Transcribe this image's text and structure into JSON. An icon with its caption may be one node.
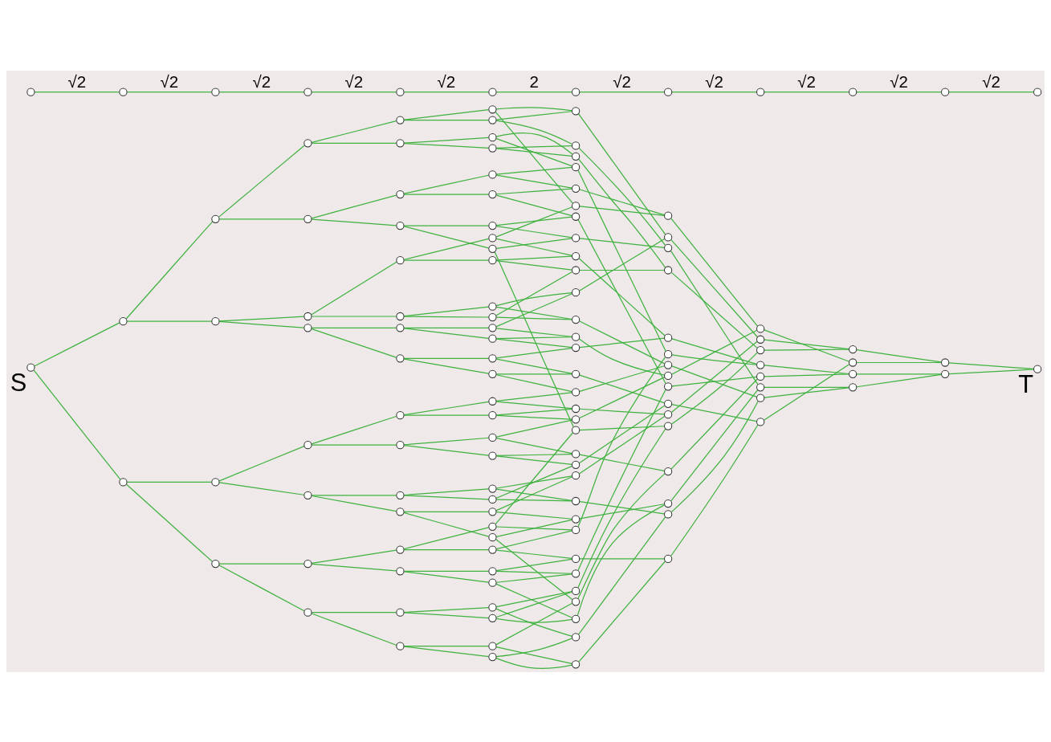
{
  "diagram": {
    "nodes": [
      {
        "text": [],
        "shape": "circle",
        "beside": [
          "S"
        ]
      },
      {
        "text": [],
        "shape": "circle"
      },
      {
        "text": [],
        "shape": "circle"
      },
      {
        "text": [],
        "shape": "circle"
      },
      {
        "text": [],
        "shape": "circle"
      },
      {
        "text": [],
        "shape": "circle"
      },
      {
        "text": [],
        "shape": "circle"
      },
      {
        "text": [],
        "shape": "circle"
      },
      {
        "text": [],
        "shape": "circle"
      },
      {
        "text": [],
        "shape": "circle"
      },
      {
        "text": [],
        "shape": "circle"
      },
      {
        "text": [],
        "shape": "circle"
      },
      {
        "text": [],
        "shape": "circle"
      },
      {
        "text": [],
        "shape": "circle"
      },
      {
        "text": [],
        "shape": "circle"
      },
      {
        "text": [],
        "shape": "circle"
      },
      {
        "text": [],
        "shape": "circle"
      },
      {
        "text": [],
        "shape": "circle"
      },
      {
        "text": [],
        "shape": "circle"
      },
      {
        "text": [],
        "shape": "circle"
      },
      {
        "text": [],
        "shape": "circle"
      },
      {
        "text": [],
        "shape": "circle"
      },
      {
        "text": [],
        "shape": "circle"
      },
      {
        "text": [],
        "shape": "circle"
      },
      {
        "text": [],
        "shape": "circle"
      },
      {
        "text": [],
        "shape": "circle"
      },
      {
        "text": [],
        "shape": "circle"
      },
      {
        "text": [],
        "shape": "circle"
      },
      {
        "text": [],
        "shape": "circle"
      },
      {
        "text": [],
        "shape": "circle"
      },
      {
        "text": [],
        "shape": "circle"
      },
      {
        "text": [],
        "shape": "circle"
      },
      {
        "text": [],
        "shape": "circle"
      },
      {
        "text": [],
        "shape": "circle"
      },
      {
        "text": [],
        "shape": "circle"
      },
      {
        "text": [],
        "shape": "circle"
      },
      {
        "text": [],
        "shape": "circle"
      },
      {
        "text": [],
        "shape": "circle"
      },
      {
        "text": [],
        "shape": "circle"
      },
      {
        "text": [],
        "shape": "circle"
      },
      {
        "text": [],
        "shape": "circle"
      },
      {
        "text": [],
        "shape": "circle"
      },
      {
        "text": [],
        "shape": "circle"
      },
      {
        "text": [],
        "shape": "circle"
      },
      {
        "text": [],
        "shape": "circle"
      },
      {
        "text": [],
        "shape": "circle"
      },
      {
        "text": [],
        "shape": "circle"
      },
      {
        "text": [],
        "shape": "circle"
      },
      {
        "text": [],
        "shape": "circle"
      },
      {
        "text": [],
        "shape": "circle"
      },
      {
        "text": [],
        "shape": "circle"
      },
      {
        "text": [],
        "shape": "circle"
      },
      {
        "text": [],
        "shape": "circle"
      },
      {
        "text": [],
        "shape": "circle"
      },
      {
        "text": [],
        "shape": "circle"
      },
      {
        "text": [],
        "shape": "circle"
      },
      {
        "text": [],
        "shape": "circle"
      },
      {
        "text": [],
        "shape": "circle"
      },
      {
        "text": [],
        "shape": "circle"
      },
      {
        "text": [],
        "shape": "circle"
      },
      {
        "text": [],
        "shape": "circle"
      },
      {
        "text": [],
        "shape": "circle"
      },
      {
        "text": [],
        "shape": "circle"
      },
      {
        "text": [],
        "shape": "circle"
      },
      {
        "text": [],
        "shape": "circle"
      },
      {
        "text": [],
        "shape": "circle"
      },
      {
        "text": [],
        "shape": "circle"
      },
      {
        "text": [],
        "shape": "circle"
      },
      {
        "text": [],
        "shape": "circle"
      },
      {
        "text": [],
        "shape": "circle"
      },
      {
        "text": [],
        "shape": "circle"
      },
      {
        "text": [],
        "shape": "circle"
      },
      {
        "text": [],
        "shape": "circle"
      },
      {
        "text": [],
        "shape": "circle"
      },
      {
        "text": [],
        "shape": "circle"
      },
      {
        "text": [],
        "shape": "circle"
      },
      {
        "text": [],
        "shape": "circle"
      },
      {
        "text": [],
        "shape": "circle"
      },
      {
        "text": [],
        "shape": "circle"
      },
      {
        "text": [],
        "shape": "circle"
      },
      {
        "text": [],
        "shape": "circle"
      },
      {
        "text": [],
        "shape": "circle"
      },
      {
        "text": [],
        "shape": "circle"
      },
      {
        "text": [],
        "shape": "circle"
      },
      {
        "text": [],
        "shape": "circle"
      },
      {
        "text": [],
        "shape": "circle"
      },
      {
        "text": [],
        "shape": "circle"
      },
      {
        "text": [],
        "shape": "circle"
      },
      {
        "text": [],
        "shape": "circle"
      },
      {
        "text": [],
        "shape": "circle"
      },
      {
        "text": [],
        "shape": "circle"
      },
      {
        "text": [],
        "shape": "circle"
      },
      {
        "text": [],
        "shape": "circle"
      },
      {
        "text": [],
        "shape": "circle"
      },
      {
        "text": [],
        "shape": "circle"
      },
      {
        "text": [],
        "shape": "circle"
      },
      {
        "text": [],
        "shape": "circle"
      },
      {
        "text": [],
        "shape": "circle"
      },
      {
        "text": [],
        "shape": "circle"
      },
      {
        "text": [],
        "shape": "circle"
      },
      {
        "text": [],
        "shape": "circle"
      },
      {
        "text": [],
        "shape": "circle"
      },
      {
        "text": [],
        "shape": "circle"
      },
      {
        "text": [],
        "shape": "circle"
      },
      {
        "text": [],
        "shape": "circle"
      },
      {
        "text": [],
        "shape": "circle"
      },
      {
        "text": [],
        "shape": "circle"
      },
      {
        "text": [],
        "shape": "circle"
      },
      {
        "text": [],
        "shape": "circle"
      },
      {
        "text": [],
        "shape": "circle"
      },
      {
        "text": [],
        "shape": "circle"
      },
      {
        "text": [],
        "shape": "circle"
      },
      {
        "text": [],
        "shape": "circle"
      },
      {
        "text": [],
        "shape": "circle"
      },
      {
        "text": [],
        "shape": "circle"
      },
      {
        "text": [],
        "shape": "circle"
      },
      {
        "text": [],
        "shape": "circle"
      },
      {
        "text": [],
        "shape": "circle"
      },
      {
        "text": [],
        "shape": "circle"
      },
      {
        "text": [],
        "shape": "circle"
      },
      {
        "text": [],
        "shape": "circle"
      },
      {
        "text": [],
        "shape": "circle"
      },
      {
        "text": [],
        "shape": "circle"
      },
      {
        "text": [],
        "shape": "circle"
      },
      {
        "text": [],
        "shape": "circle"
      },
      {
        "text": [],
        "shape": "circle",
        "beside": [
          "T"
        ]
      },
      {
        "text": [],
        "shape": "circle"
      },
      {
        "text": [],
        "shape": "circle"
      },
      {
        "text": [],
        "shape": "circle"
      },
      {
        "text": [],
        "shape": "circle"
      },
      {
        "text": [],
        "shape": "circle"
      },
      {
        "text": [],
        "shape": "circle"
      },
      {
        "text": [],
        "shape": "circle"
      },
      {
        "text": [],
        "shape": "circle"
      },
      {
        "text": [],
        "shape": "circle"
      },
      {
        "text": [],
        "shape": "circle"
      },
      {
        "text": [],
        "shape": "circle"
      },
      {
        "text": [],
        "shape": "circle"
      }
    ],
    "edges": [
      {
        "from": 0,
        "to": 1,
        "arrow": "none"
      },
      {
        "from": 0,
        "to": 2,
        "arrow": "none"
      },
      {
        "from": 1,
        "to": 3,
        "arrow": "none"
      },
      {
        "from": 1,
        "to": 4,
        "arrow": "none"
      },
      {
        "from": 2,
        "to": 5,
        "arrow": "none"
      },
      {
        "from": 2,
        "to": 6,
        "arrow": "none"
      },
      {
        "from": 3,
        "to": 7,
        "arrow": "none"
      },
      {
        "from": 3,
        "to": 8,
        "arrow": "none"
      },
      {
        "from": 4,
        "to": 9,
        "arrow": "none"
      },
      {
        "from": 4,
        "to": 10,
        "arrow": "none"
      },
      {
        "from": 5,
        "to": 11,
        "arrow": "none"
      },
      {
        "from": 5,
        "to": 12,
        "arrow": "none"
      },
      {
        "from": 6,
        "to": 13,
        "arrow": "none"
      },
      {
        "from": 6,
        "to": 14,
        "arrow": "none"
      },
      {
        "from": 7,
        "to": 15,
        "arrow": "none"
      },
      {
        "from": 7,
        "to": 16,
        "arrow": "none"
      },
      {
        "from": 8,
        "to": 17,
        "arrow": "none"
      },
      {
        "from": 8,
        "to": 18,
        "arrow": "none"
      },
      {
        "from": 9,
        "to": 19,
        "arrow": "none"
      },
      {
        "from": 9,
        "to": 20,
        "arrow": "none"
      },
      {
        "from": 10,
        "to": 21,
        "arrow": "none"
      },
      {
        "from": 10,
        "to": 22,
        "arrow": "none"
      },
      {
        "from": 11,
        "to": 23,
        "arrow": "none"
      },
      {
        "from": 11,
        "to": 24,
        "arrow": "none"
      },
      {
        "from": 12,
        "to": 25,
        "arrow": "none"
      },
      {
        "from": 12,
        "to": 26,
        "arrow": "none"
      },
      {
        "from": 13,
        "to": 27,
        "arrow": "none"
      },
      {
        "from": 13,
        "to": 28,
        "arrow": "none"
      },
      {
        "from": 14,
        "to": 29,
        "arrow": "none"
      },
      {
        "from": 14,
        "to": 30,
        "arrow": "none"
      },
      {
        "from": 15,
        "to": 31,
        "arrow": "none"
      },
      {
        "from": 15,
        "to": 32,
        "arrow": "none"
      },
      {
        "from": 16,
        "to": 33,
        "arrow": "none"
      },
      {
        "from": 16,
        "to": 34,
        "arrow": "none"
      },
      {
        "from": 17,
        "to": 35,
        "arrow": "none"
      },
      {
        "from": 17,
        "to": 36,
        "arrow": "none"
      },
      {
        "from": 18,
        "to": 37,
        "arrow": "none"
      },
      {
        "from": 18,
        "to": 38,
        "arrow": "none"
      },
      {
        "from": 19,
        "to": 39,
        "arrow": "none"
      },
      {
        "from": 19,
        "to": 40,
        "arrow": "none"
      },
      {
        "from": 20,
        "to": 41,
        "arrow": "none"
      },
      {
        "from": 20,
        "to": 42,
        "arrow": "none"
      },
      {
        "from": 21,
        "to": 43,
        "arrow": "none"
      },
      {
        "from": 21,
        "to": 44,
        "arrow": "none"
      },
      {
        "from": 22,
        "to": 45,
        "arrow": "none"
      },
      {
        "from": 22,
        "to": 46,
        "arrow": "none"
      },
      {
        "from": 23,
        "to": 47,
        "arrow": "none"
      },
      {
        "from": 23,
        "to": 48,
        "arrow": "none"
      },
      {
        "from": 24,
        "to": 49,
        "arrow": "none"
      },
      {
        "from": 24,
        "to": 50,
        "arrow": "none"
      },
      {
        "from": 25,
        "to": 51,
        "arrow": "none"
      },
      {
        "from": 25,
        "to": 52,
        "arrow": "none"
      },
      {
        "from": 26,
        "to": 53,
        "arrow": "none"
      },
      {
        "from": 26,
        "to": 54,
        "arrow": "none"
      },
      {
        "from": 27,
        "to": 55,
        "arrow": "none"
      },
      {
        "from": 27,
        "to": 56,
        "arrow": "none"
      },
      {
        "from": 28,
        "to": 57,
        "arrow": "none"
      },
      {
        "from": 28,
        "to": 58,
        "arrow": "none"
      },
      {
        "from": 29,
        "to": 59,
        "arrow": "none"
      },
      {
        "from": 29,
        "to": 60,
        "arrow": "none"
      },
      {
        "from": 30,
        "to": 61,
        "arrow": "none"
      },
      {
        "from": 30,
        "to": 62,
        "arrow": "none"
      },
      {
        "from": 31,
        "to": 68,
        "arrow": "none"
      },
      {
        "from": 31,
        "to": 81,
        "arrow": "none"
      },
      {
        "from": 32,
        "to": 81,
        "arrow": "none"
      },
      {
        "from": 32,
        "to": 94,
        "arrow": "none"
      },
      {
        "from": 33,
        "to": 94,
        "arrow": "none"
      },
      {
        "from": 33,
        "to": 75,
        "arrow": "none"
      },
      {
        "from": 34,
        "to": 75,
        "arrow": "none"
      },
      {
        "from": 34,
        "to": 88,
        "arrow": "none"
      },
      {
        "from": 35,
        "to": 88,
        "arrow": "none"
      },
      {
        "from": 35,
        "to": 69,
        "arrow": "none"
      },
      {
        "from": 36,
        "to": 69,
        "arrow": "none"
      },
      {
        "from": 36,
        "to": 82,
        "arrow": "none"
      },
      {
        "from": 37,
        "to": 82,
        "arrow": "none"
      },
      {
        "from": 37,
        "to": 63,
        "arrow": "none"
      },
      {
        "from": 38,
        "to": 63,
        "arrow": "none"
      },
      {
        "from": 38,
        "to": 76,
        "arrow": "none"
      },
      {
        "from": 39,
        "to": 76,
        "arrow": "none"
      },
      {
        "from": 39,
        "to": 89,
        "arrow": "none"
      },
      {
        "from": 40,
        "to": 89,
        "arrow": "none"
      },
      {
        "from": 40,
        "to": 70,
        "arrow": "none"
      },
      {
        "from": 41,
        "to": 70,
        "arrow": "none"
      },
      {
        "from": 41,
        "to": 83,
        "arrow": "none"
      },
      {
        "from": 42,
        "to": 83,
        "arrow": "none"
      },
      {
        "from": 42,
        "to": 64,
        "arrow": "none"
      },
      {
        "from": 43,
        "to": 64,
        "arrow": "none"
      },
      {
        "from": 43,
        "to": 77,
        "arrow": "none"
      },
      {
        "from": 44,
        "to": 77,
        "arrow": "none"
      },
      {
        "from": 44,
        "to": 90,
        "arrow": "none"
      },
      {
        "from": 45,
        "to": 90,
        "arrow": "none"
      },
      {
        "from": 45,
        "to": 71,
        "arrow": "none"
      },
      {
        "from": 46,
        "to": 71,
        "arrow": "none"
      },
      {
        "from": 46,
        "to": 84,
        "arrow": "none"
      },
      {
        "from": 47,
        "to": 84,
        "arrow": "none"
      },
      {
        "from": 47,
        "to": 65,
        "arrow": "none"
      },
      {
        "from": 48,
        "to": 65,
        "arrow": "none"
      },
      {
        "from": 48,
        "to": 78,
        "arrow": "none"
      },
      {
        "from": 49,
        "to": 78,
        "arrow": "none"
      },
      {
        "from": 49,
        "to": 91,
        "arrow": "none"
      },
      {
        "from": 50,
        "to": 91,
        "arrow": "none"
      },
      {
        "from": 50,
        "to": 72,
        "arrow": "none"
      },
      {
        "from": 51,
        "to": 72,
        "arrow": "none"
      },
      {
        "from": 51,
        "to": 85,
        "arrow": "none"
      },
      {
        "from": 52,
        "to": 85,
        "arrow": "none"
      },
      {
        "from": 52,
        "to": 66,
        "arrow": "none"
      },
      {
        "from": 53,
        "to": 66,
        "arrow": "none"
      },
      {
        "from": 53,
        "to": 79,
        "arrow": "none"
      },
      {
        "from": 54,
        "to": 79,
        "arrow": "none"
      },
      {
        "from": 54,
        "to": 92,
        "arrow": "none"
      },
      {
        "from": 55,
        "to": 92,
        "arrow": "none"
      },
      {
        "from": 55,
        "to": 73,
        "arrow": "none"
      },
      {
        "from": 56,
        "to": 73,
        "arrow": "none"
      },
      {
        "from": 56,
        "to": 86,
        "arrow": "none"
      },
      {
        "from": 57,
        "to": 86,
        "arrow": "none"
      },
      {
        "from": 57,
        "to": 67,
        "arrow": "none"
      },
      {
        "from": 58,
        "to": 67,
        "arrow": "none"
      },
      {
        "from": 58,
        "to": 80,
        "arrow": "none"
      },
      {
        "from": 59,
        "to": 80,
        "arrow": "none"
      },
      {
        "from": 59,
        "to": 93,
        "arrow": "none"
      },
      {
        "from": 60,
        "to": 93,
        "arrow": "none"
      },
      {
        "from": 60,
        "to": 74,
        "arrow": "none"
      },
      {
        "from": 61,
        "to": 74,
        "arrow": "none"
      },
      {
        "from": 61,
        "to": 87,
        "arrow": "none"
      },
      {
        "from": 62,
        "to": 87,
        "arrow": "none"
      },
      {
        "from": 62,
        "to": 68,
        "arrow": "none"
      },
      {
        "from": 63,
        "to": 95,
        "arrow": "none"
      },
      {
        "from": 64,
        "to": 95,
        "arrow": "none"
      },
      {
        "from": 65,
        "to": 96,
        "arrow": "none"
      },
      {
        "from": 66,
        "to": 96,
        "arrow": "none"
      },
      {
        "from": 67,
        "to": 97,
        "arrow": "none"
      },
      {
        "from": 68,
        "to": 97,
        "arrow": "none"
      },
      {
        "from": 69,
        "to": 98,
        "arrow": "none"
      },
      {
        "from": 70,
        "to": 98,
        "arrow": "none"
      },
      {
        "from": 71,
        "to": 99,
        "arrow": "none"
      },
      {
        "from": 72,
        "to": 99,
        "arrow": "none"
      },
      {
        "from": 73,
        "to": 100,
        "arrow": "none"
      },
      {
        "from": 74,
        "to": 100,
        "arrow": "none"
      },
      {
        "from": 75,
        "to": 101,
        "arrow": "none"
      },
      {
        "from": 76,
        "to": 101,
        "arrow": "none"
      },
      {
        "from": 77,
        "to": 102,
        "arrow": "none"
      },
      {
        "from": 78,
        "to": 102,
        "arrow": "none"
      },
      {
        "from": 79,
        "to": 103,
        "arrow": "none"
      },
      {
        "from": 80,
        "to": 103,
        "arrow": "none"
      },
      {
        "from": 81,
        "to": 104,
        "arrow": "none"
      },
      {
        "from": 82,
        "to": 104,
        "arrow": "none"
      },
      {
        "from": 83,
        "to": 105,
        "arrow": "none"
      },
      {
        "from": 84,
        "to": 105,
        "arrow": "none"
      },
      {
        "from": 85,
        "to": 106,
        "arrow": "none"
      },
      {
        "from": 86,
        "to": 106,
        "arrow": "none"
      },
      {
        "from": 87,
        "to": 107,
        "arrow": "none"
      },
      {
        "from": 88,
        "to": 107,
        "arrow": "none"
      },
      {
        "from": 89,
        "to": 108,
        "arrow": "none"
      },
      {
        "from": 90,
        "to": 108,
        "arrow": "none"
      },
      {
        "from": 91,
        "to": 109,
        "arrow": "none"
      },
      {
        "from": 92,
        "to": 109,
        "arrow": "none"
      },
      {
        "from": 93,
        "to": 110,
        "arrow": "none"
      },
      {
        "from": 94,
        "to": 110,
        "arrow": "none"
      },
      {
        "from": 95,
        "to": 111,
        "arrow": "none"
      },
      {
        "from": 96,
        "to": 111,
        "arrow": "none"
      },
      {
        "from": 97,
        "to": 112,
        "arrow": "none"
      },
      {
        "from": 98,
        "to": 112,
        "arrow": "none"
      },
      {
        "from": 99,
        "to": 113,
        "arrow": "none"
      },
      {
        "from": 100,
        "to": 113,
        "arrow": "none"
      },
      {
        "from": 101,
        "to": 114,
        "arrow": "none"
      },
      {
        "from": 102,
        "to": 114,
        "arrow": "none"
      },
      {
        "from": 103,
        "to": 115,
        "arrow": "none"
      },
      {
        "from": 104,
        "to": 115,
        "arrow": "none"
      },
      {
        "from": 105,
        "to": 116,
        "arrow": "none"
      },
      {
        "from": 106,
        "to": 116,
        "arrow": "none"
      },
      {
        "from": 107,
        "to": 117,
        "arrow": "none"
      },
      {
        "from": 108,
        "to": 117,
        "arrow": "none"
      },
      {
        "from": 109,
        "to": 118,
        "arrow": "none"
      },
      {
        "from": 110,
        "to": 118,
        "arrow": "none"
      },
      {
        "from": 111,
        "to": 119,
        "arrow": "none"
      },
      {
        "from": 112,
        "to": 119,
        "arrow": "none"
      },
      {
        "from": 113,
        "to": 120,
        "arrow": "none"
      },
      {
        "from": 114,
        "to": 120,
        "arrow": "none"
      },
      {
        "from": 115,
        "to": 121,
        "arrow": "none"
      },
      {
        "from": 116,
        "to": 121,
        "arrow": "none"
      },
      {
        "from": 117,
        "to": 122,
        "arrow": "none"
      },
      {
        "from": 118,
        "to": 122,
        "arrow": "none"
      },
      {
        "from": 119,
        "to": 123,
        "arrow": "none"
      },
      {
        "from": 120,
        "to": 123,
        "arrow": "none"
      },
      {
        "from": 121,
        "to": 124,
        "arrow": "none"
      },
      {
        "from": 122,
        "to": 124,
        "arrow": "none"
      },
      {
        "from": 123,
        "to": 125,
        "arrow": "none"
      },
      {
        "from": 124,
        "to": 125,
        "arrow": "none"
      },
      {
        "from": 126,
        "to": 127,
        "arrow": "none",
        "label": "√2"
      },
      {
        "from": 127,
        "to": 128,
        "arrow": "none",
        "label": "√2"
      },
      {
        "from": 128,
        "to": 129,
        "arrow": "none",
        "label": "√2"
      },
      {
        "from": 129,
        "to": 130,
        "arrow": "none",
        "label": "√2"
      },
      {
        "from": 130,
        "to": 131,
        "arrow": "none",
        "label": "√2"
      },
      {
        "from": 131,
        "to": 132,
        "arrow": "none",
        "label": "2"
      },
      {
        "from": 132,
        "to": 133,
        "arrow": "none",
        "label": "√2"
      },
      {
        "from": 133,
        "to": 134,
        "arrow": "none",
        "label": "√2"
      },
      {
        "from": 134,
        "to": 135,
        "arrow": "none",
        "label": "√2"
      },
      {
        "from": 135,
        "to": 136,
        "arrow": "none",
        "label": "√2"
      },
      {
        "from": 136,
        "to": 137,
        "arrow": "none",
        "label": "√2"
      }
    ]
  }
}
